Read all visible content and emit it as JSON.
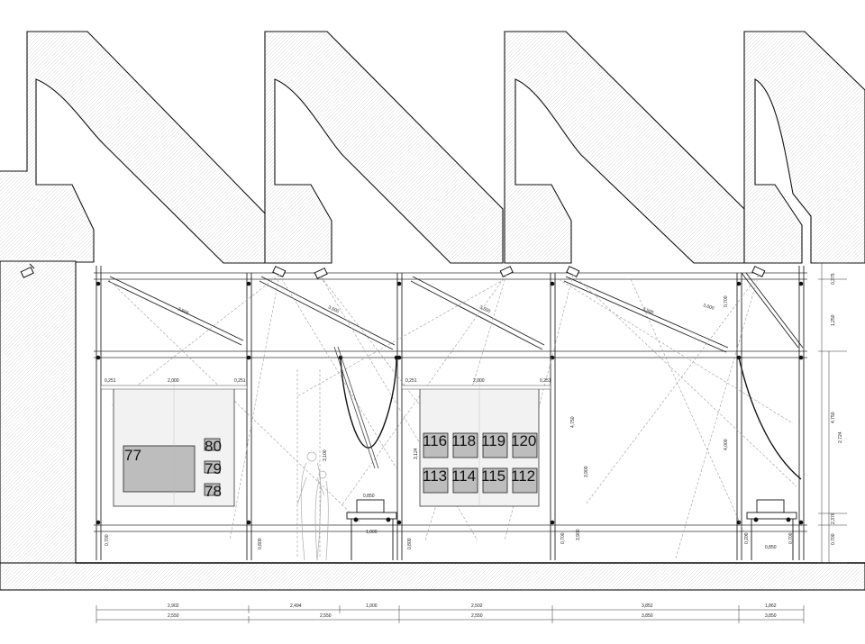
{
  "colors": {
    "line": "#111111",
    "hatch": "#bfbfbf",
    "artwork_fill": "#bdbdbd",
    "panel_fill": "#f2f2f2",
    "construction_line": "#9a9a9a"
  },
  "left_wall": {
    "artworks": [
      {
        "id": "art-77",
        "label": "77"
      },
      {
        "id": "art-80",
        "label": "80"
      },
      {
        "id": "art-79",
        "label": "79"
      },
      {
        "id": "art-78",
        "label": "78"
      }
    ],
    "dims": {
      "left": "0,251",
      "mid": "2,000",
      "right": "0,251",
      "below": "0,700",
      "floor": "0,800"
    }
  },
  "right_wall": {
    "artworks_top": [
      "116",
      "118",
      "119",
      "120"
    ],
    "artworks_bottom": [
      "113",
      "114",
      "115",
      "112"
    ],
    "dims": {
      "left": "0,251",
      "mid": "2,000",
      "right": "0,251",
      "height": "4,750",
      "h2": "3,900",
      "below": "0,700",
      "floor": "0,800",
      "side": "3,124"
    }
  },
  "beam_labels": [
    "3,500",
    "3,500",
    "3,500",
    "3,500",
    "3,000"
  ],
  "vertical_labels": {
    "center_drop": "3,100",
    "far_right_drop": "4,000",
    "panel_edge": "0,700",
    "small_l": "0,700",
    "small_r": "0,700",
    "scale_top": "0,375",
    "scale_1": "1,250",
    "scale_2": "4,750",
    "scale_3": "2,724",
    "scale_4": "2,376",
    "scale_5": "0,700",
    "roof_ref": "0,700"
  },
  "table_widths": [
    "0,850",
    "0,850"
  ],
  "table_bottom": "1,000",
  "bottom_dims_row1": [
    "2,902",
    "2,494",
    "1,000",
    "2,502",
    "3,852",
    "1,862"
  ],
  "bottom_dims_row2": [
    "2,550",
    "2,550",
    "2,550",
    "3,850",
    "3,850"
  ]
}
